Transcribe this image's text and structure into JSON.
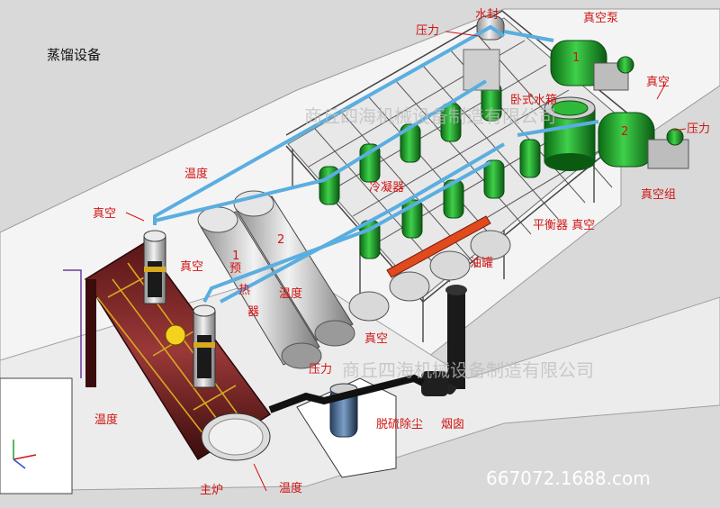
{
  "title": "蒸馏设备",
  "watermark": {
    "company": "商丘四海机械设备制造有限公司",
    "site": "667072.1688.com"
  },
  "labels": {
    "water_seal": "水封",
    "pressure_top": "压力",
    "vacuum_pump": "真空泵",
    "vacuum_right": "真空",
    "pressure_right": "压力",
    "vacuum_group": "真空组",
    "horizontal_tank": "卧式水箱",
    "balancer_vacuum": "平衡器 真空",
    "condenser": "冷凝器",
    "oil_tank": "油罐",
    "temp_left": "温度",
    "vacuum_left": "真空",
    "vacuum_mid": "真空",
    "pre_label": "预",
    "heat_label": "热",
    "device_label": "器",
    "temp_mid": "温度",
    "vacuum_bottom": "真空",
    "pressure_bottom": "压力",
    "desulfur": "脱硫除尘",
    "chimney": "烟囱",
    "temp_bottom_left": "温度",
    "main_furnace": "主炉",
    "temp_bottom": "温度",
    "num1_pre": "1",
    "num2_pre": "2",
    "num1_pump": "1",
    "num2_pump": "2"
  },
  "colors": {
    "label": "#d11414",
    "pipe": "#5aaee0",
    "green": "#1fa02a",
    "furnace": "#8a2a2a",
    "steel": "#c9c9c9"
  }
}
